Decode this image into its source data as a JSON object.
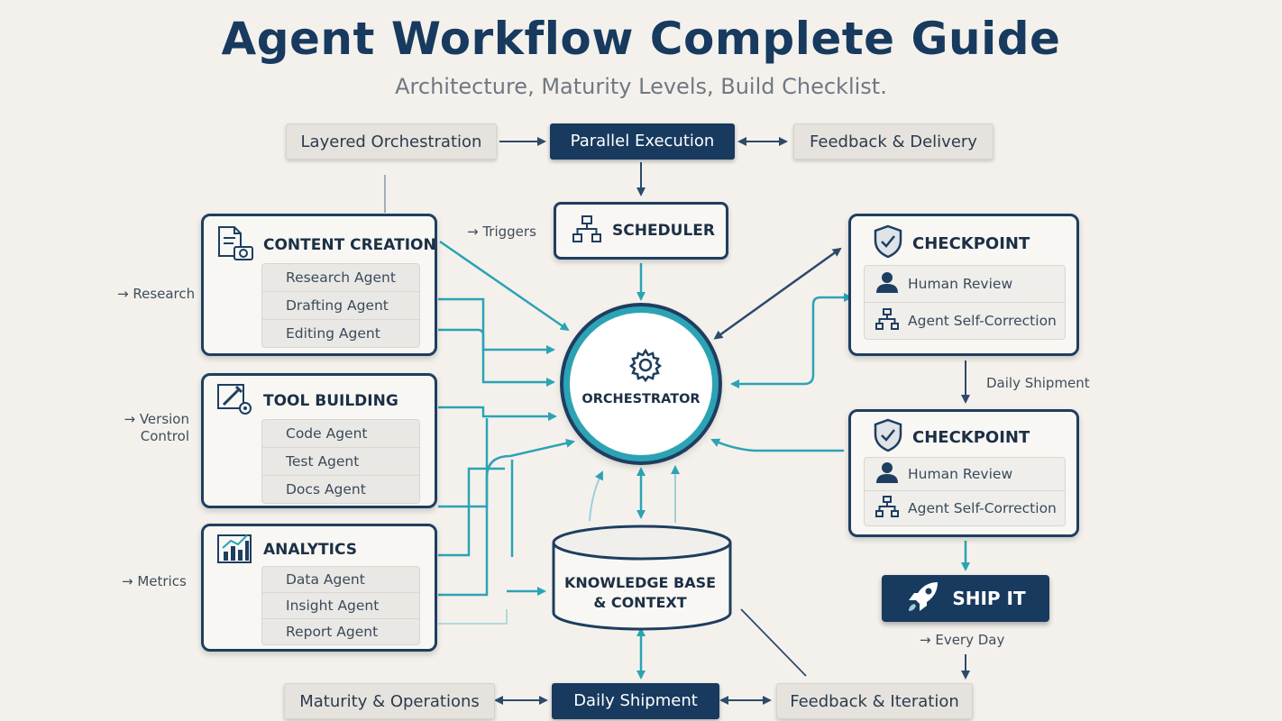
{
  "header": {
    "title": "Agent Workflow Complete Guide",
    "subtitle": "Architecture, Maturity Levels, Build Checklist."
  },
  "top_row": {
    "left": "Layered Orchestration",
    "center": "Parallel Execution",
    "right": "Feedback & Delivery"
  },
  "bottom_row": {
    "left": "Maturity & Operations",
    "center": "Daily Shipment",
    "right": "Feedback & Iteration"
  },
  "scheduler": {
    "label": "SCHEDULER",
    "icon": "hierarchy-icon",
    "note": "→ Triggers"
  },
  "orchestrator": {
    "label": "ORCHESTRATOR",
    "icon": "gear-icon"
  },
  "knowledge_base": {
    "line1": "KNOWLEDGE BASE",
    "line2": "& CONTEXT"
  },
  "groups": [
    {
      "title": "CONTENT CREATION",
      "icon": "document-camera-icon",
      "note": "→ Research",
      "agents": [
        "Research Agent",
        "Drafting Agent",
        "Editing Agent"
      ]
    },
    {
      "title": "TOOL BUILDING",
      "icon": "tools-icon",
      "note_line1": "→ Version",
      "note_line2": "Control",
      "agents": [
        "Code Agent",
        "Test Agent",
        "Docs Agent"
      ]
    },
    {
      "title": "ANALYTICS",
      "icon": "bar-chart-icon",
      "note": "→ Metrics",
      "agents": [
        "Data Agent",
        "Insight Agent",
        "Report Agent"
      ]
    }
  ],
  "checkpoints": [
    {
      "title": "CHECKPOINT",
      "icon": "shield-check-icon",
      "items": [
        "Human Review",
        "Agent Self-Correction"
      ]
    },
    {
      "title": "CHECKPOINT",
      "icon": "shield-check-icon",
      "items": [
        "Human Review",
        "Agent Self-Correction"
      ]
    }
  ],
  "between_checkpoints_note": "Daily Shipment",
  "ship": {
    "label": "SHIP IT",
    "icon": "rocket-icon",
    "note": "→ Every Day"
  },
  "colors": {
    "navy": "#173a5e",
    "teal": "#2ca3b5",
    "background": "#f4f1ec",
    "light_pill": "#e6e3de"
  }
}
